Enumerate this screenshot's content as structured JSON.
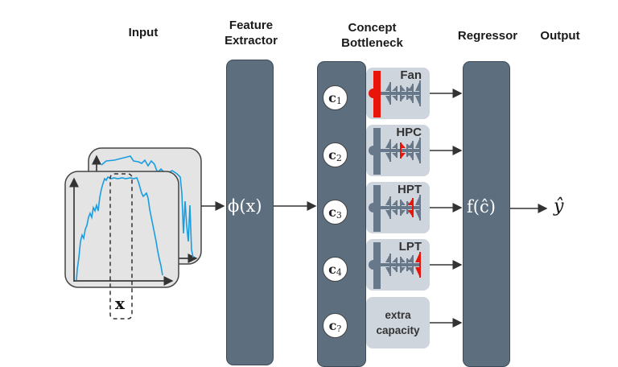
{
  "headers": {
    "input": "Input",
    "feature_extractor": [
      "Feature",
      "Extractor"
    ],
    "concept_bottleneck": [
      "Concept",
      "Bottleneck"
    ],
    "regressor": "Regressor",
    "output": "Output"
  },
  "input": {
    "window_label": "x",
    "signal_color": "#1a9de0"
  },
  "feature_extractor": {
    "expression": "ϕ(x)"
  },
  "concepts": [
    {
      "symbol": "c",
      "index": "1",
      "component": "Fan",
      "highlight": "fan"
    },
    {
      "symbol": "c",
      "index": "2",
      "component": "HPC",
      "highlight": "hpc"
    },
    {
      "symbol": "c",
      "index": "3",
      "component": "HPT",
      "highlight": "hpt"
    },
    {
      "symbol": "c",
      "index": "4",
      "component": "LPT",
      "highlight": "lpt"
    },
    {
      "symbol": "c",
      "index": "?",
      "component": [
        "extra",
        "capacity"
      ],
      "highlight": "none"
    }
  ],
  "regressor": {
    "expression": "f(ĉ)"
  },
  "output": {
    "symbol": "ŷ"
  },
  "colors": {
    "block": "#5d6e7e",
    "concept_box": "#cfd5dc",
    "engine": "#67788a",
    "highlight": "#e8150b"
  }
}
